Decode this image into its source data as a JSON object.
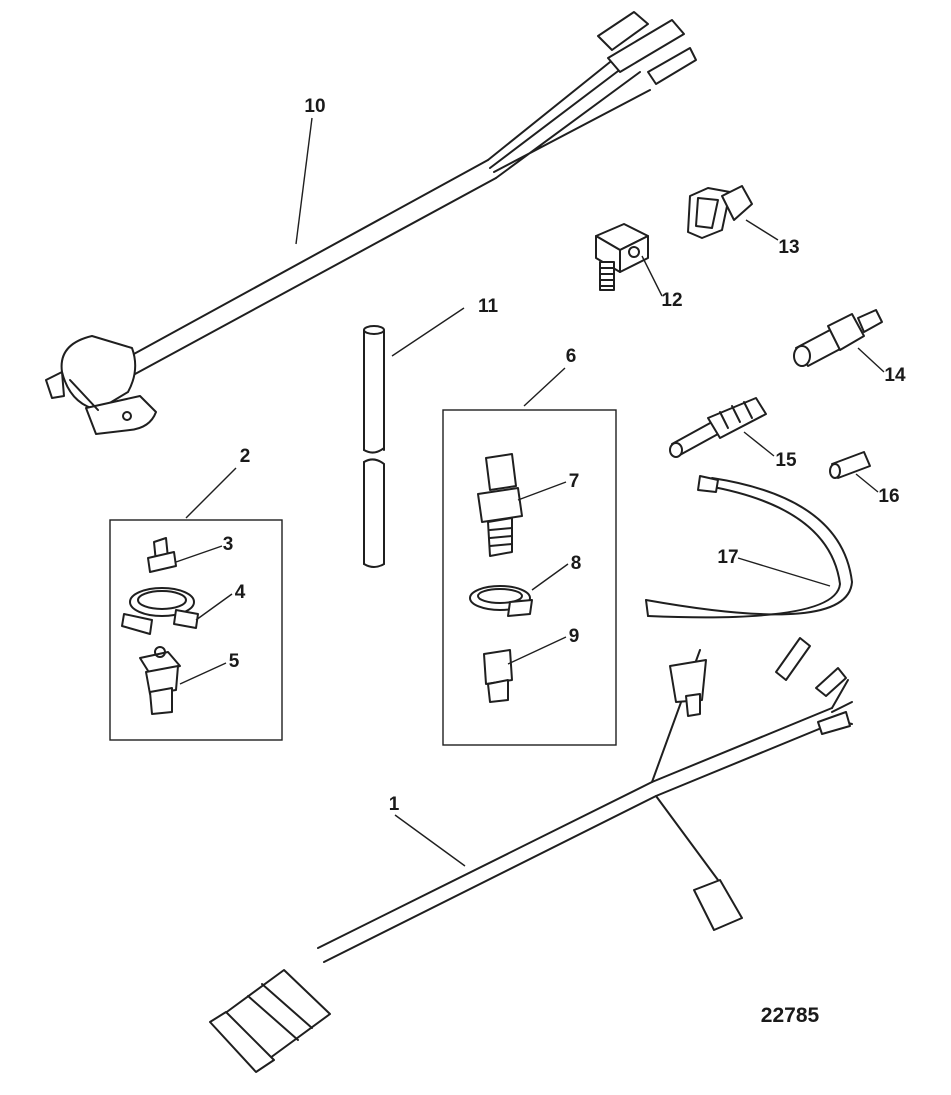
{
  "callouts": [
    "1",
    "2",
    "3",
    "4",
    "5",
    "6",
    "7",
    "8",
    "9",
    "10",
    "11",
    "12",
    "13",
    "14",
    "15",
    "16",
    "17"
  ],
  "figure_number": "22785",
  "colors": {
    "line": "#1f1f1f",
    "background": "#ffffff"
  }
}
